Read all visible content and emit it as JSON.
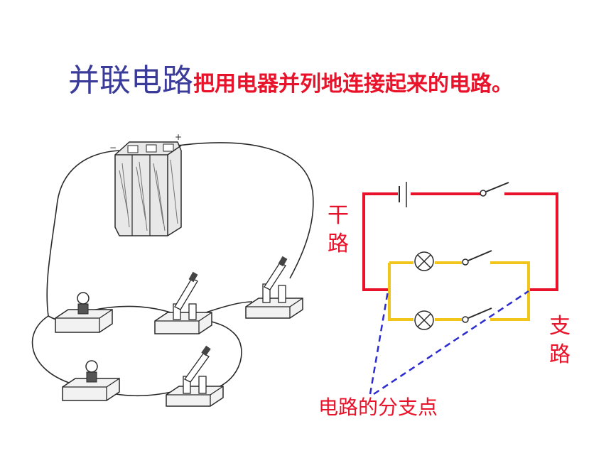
{
  "title": {
    "main": "并联电路",
    "description": "把用电器并列地连接起来的电路。"
  },
  "labels": {
    "trunk": "干路",
    "branch": "支路",
    "branch_points": "电路的分支点"
  },
  "battery": {
    "minus": "−",
    "plus": "+"
  },
  "colors": {
    "title_main": "#3b3b9a",
    "title_desc": "#e8132a",
    "trunk_wire": "#e8132a",
    "branch_wire": "#f2c51b",
    "dash_line": "#2b2bd0",
    "drawing_ink": "#2a2a2a"
  }
}
